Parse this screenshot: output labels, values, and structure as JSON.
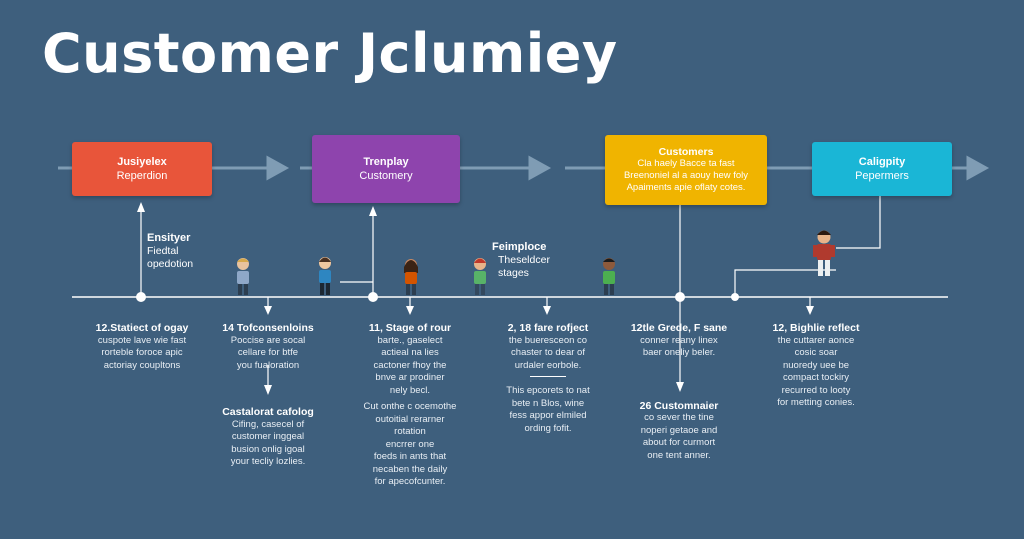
{
  "title": "Customer Jclumiey",
  "colors": {
    "background": "#3e5f7d",
    "stage_red": "#e8553a",
    "stage_purple": "#8e44ad",
    "stage_yellow": "#f0b400",
    "stage_cyan": "#1ab6d6",
    "arrow": "#7f9cb4",
    "line": "#ffffff"
  },
  "stages": [
    {
      "title": "Jusiyelex",
      "subtitle": "Reperdion"
    },
    {
      "title": "Trenplay",
      "subtitle": "Customery"
    },
    {
      "title": "Customers",
      "lines": [
        "Cla haely Bacce ta fast",
        "Breenoniel al a aouy hew foly",
        "Apaiments apie oflaty cotes."
      ]
    },
    {
      "title": "Caligpity",
      "subtitle": "Pepermers"
    }
  ],
  "side_notes": [
    {
      "title": "Ensityer",
      "lines": [
        "Fiedtal",
        "opedotion"
      ]
    },
    {
      "title": "Feimploce",
      "lines": [
        "Theseldcer",
        "stages"
      ]
    }
  ],
  "columns": [
    {
      "heading": "12.Statiect of ogay",
      "lines": [
        "cuspote lave wie fast",
        "rorteble foroce apic",
        "actoriay coupltons"
      ]
    },
    {
      "heading": "14 Tofconsenloins",
      "lines": [
        "Poccise are socal",
        "cellare for btfe",
        "you fualoration"
      ],
      "heading2": "Castalorat cafolog",
      "lines2": [
        "Cifing, casecel of",
        "customer inggeal",
        "busion onlig igoal",
        "your tecliy lozlies."
      ]
    },
    {
      "heading": "11, Stage of rour",
      "lines": [
        "barte., gaselect",
        "actieal na lies",
        "cactoner fhoy the",
        "bnve ar prodiner",
        "nely becl."
      ],
      "lines2": [
        "Cut onthe c ocemothe",
        "outoitial rerarner",
        "rotation",
        "encrrer one",
        "foeds in ants that",
        "necaben the daily",
        "for apecofcunter."
      ]
    },
    {
      "heading": "2, 18 fare rofject",
      "lines": [
        "the bueresceon co",
        "chaster to dear of",
        "urdaler eorbole."
      ],
      "lines2": [
        "This epcorets to nat",
        "bete n Blos, wine",
        "fess appor elmiled",
        "ording fofit."
      ]
    },
    {
      "heading": "12tle Grede, F sane",
      "lines": [
        "conner reany linex",
        "baer oneliy beler."
      ],
      "heading2": "26 Customnaier",
      "lines2": [
        "co sever the tine",
        "noperi getaoe and",
        "about for curmort",
        "one tent anner."
      ]
    },
    {
      "heading": "12, Bighlie reflect",
      "lines": [
        "the cuttarer aonce",
        "cosic soar",
        "nuoredy uee be",
        "compact tockiry",
        "recurred to looty",
        "for metting conies."
      ]
    }
  ]
}
